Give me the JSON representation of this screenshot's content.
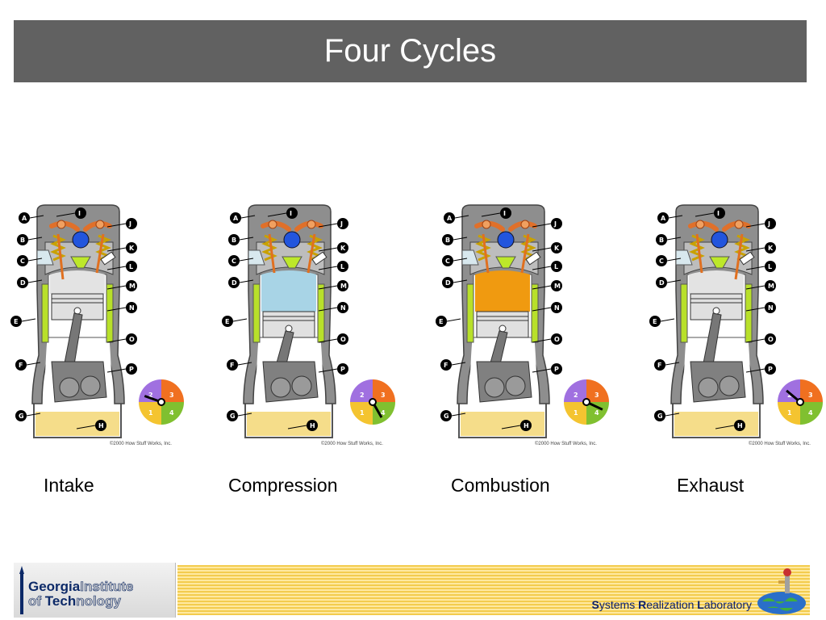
{
  "title": "Four Cycles",
  "copyright": "©2000 How Stuff Works, Inc.",
  "callouts": [
    "A",
    "B",
    "C",
    "D",
    "E",
    "F",
    "G",
    "H",
    "I",
    "J",
    "K",
    "L",
    "M",
    "N",
    "O",
    "P"
  ],
  "dial_quadrants": [
    "1",
    "2",
    "3",
    "4"
  ],
  "dial_colors": {
    "q1": "#f4c430",
    "q2": "#a070e0",
    "q3": "#f07020",
    "q4": "#80c030"
  },
  "strokes": [
    {
      "caption": "Intake",
      "chamber_color": "#e3e3e3",
      "dial_needle_deg": 160
    },
    {
      "caption": "Compression",
      "chamber_color": "#a8d4e6",
      "dial_needle_deg": -60
    },
    {
      "caption": "Combustion",
      "chamber_color": "#f09a10",
      "dial_needle_deg": -25
    },
    {
      "caption": "Exhaust",
      "chamber_color": "#e3e3e3",
      "dial_needle_deg": 140
    }
  ],
  "footer": {
    "logo": {
      "w1": "Georgia",
      "w2": "Institute",
      "w3": "of ",
      "w4": "Tech",
      "w5": "nology"
    },
    "lab_parts": [
      "S",
      "ystems ",
      "R",
      "ealization ",
      "L",
      "aboratory"
    ]
  }
}
